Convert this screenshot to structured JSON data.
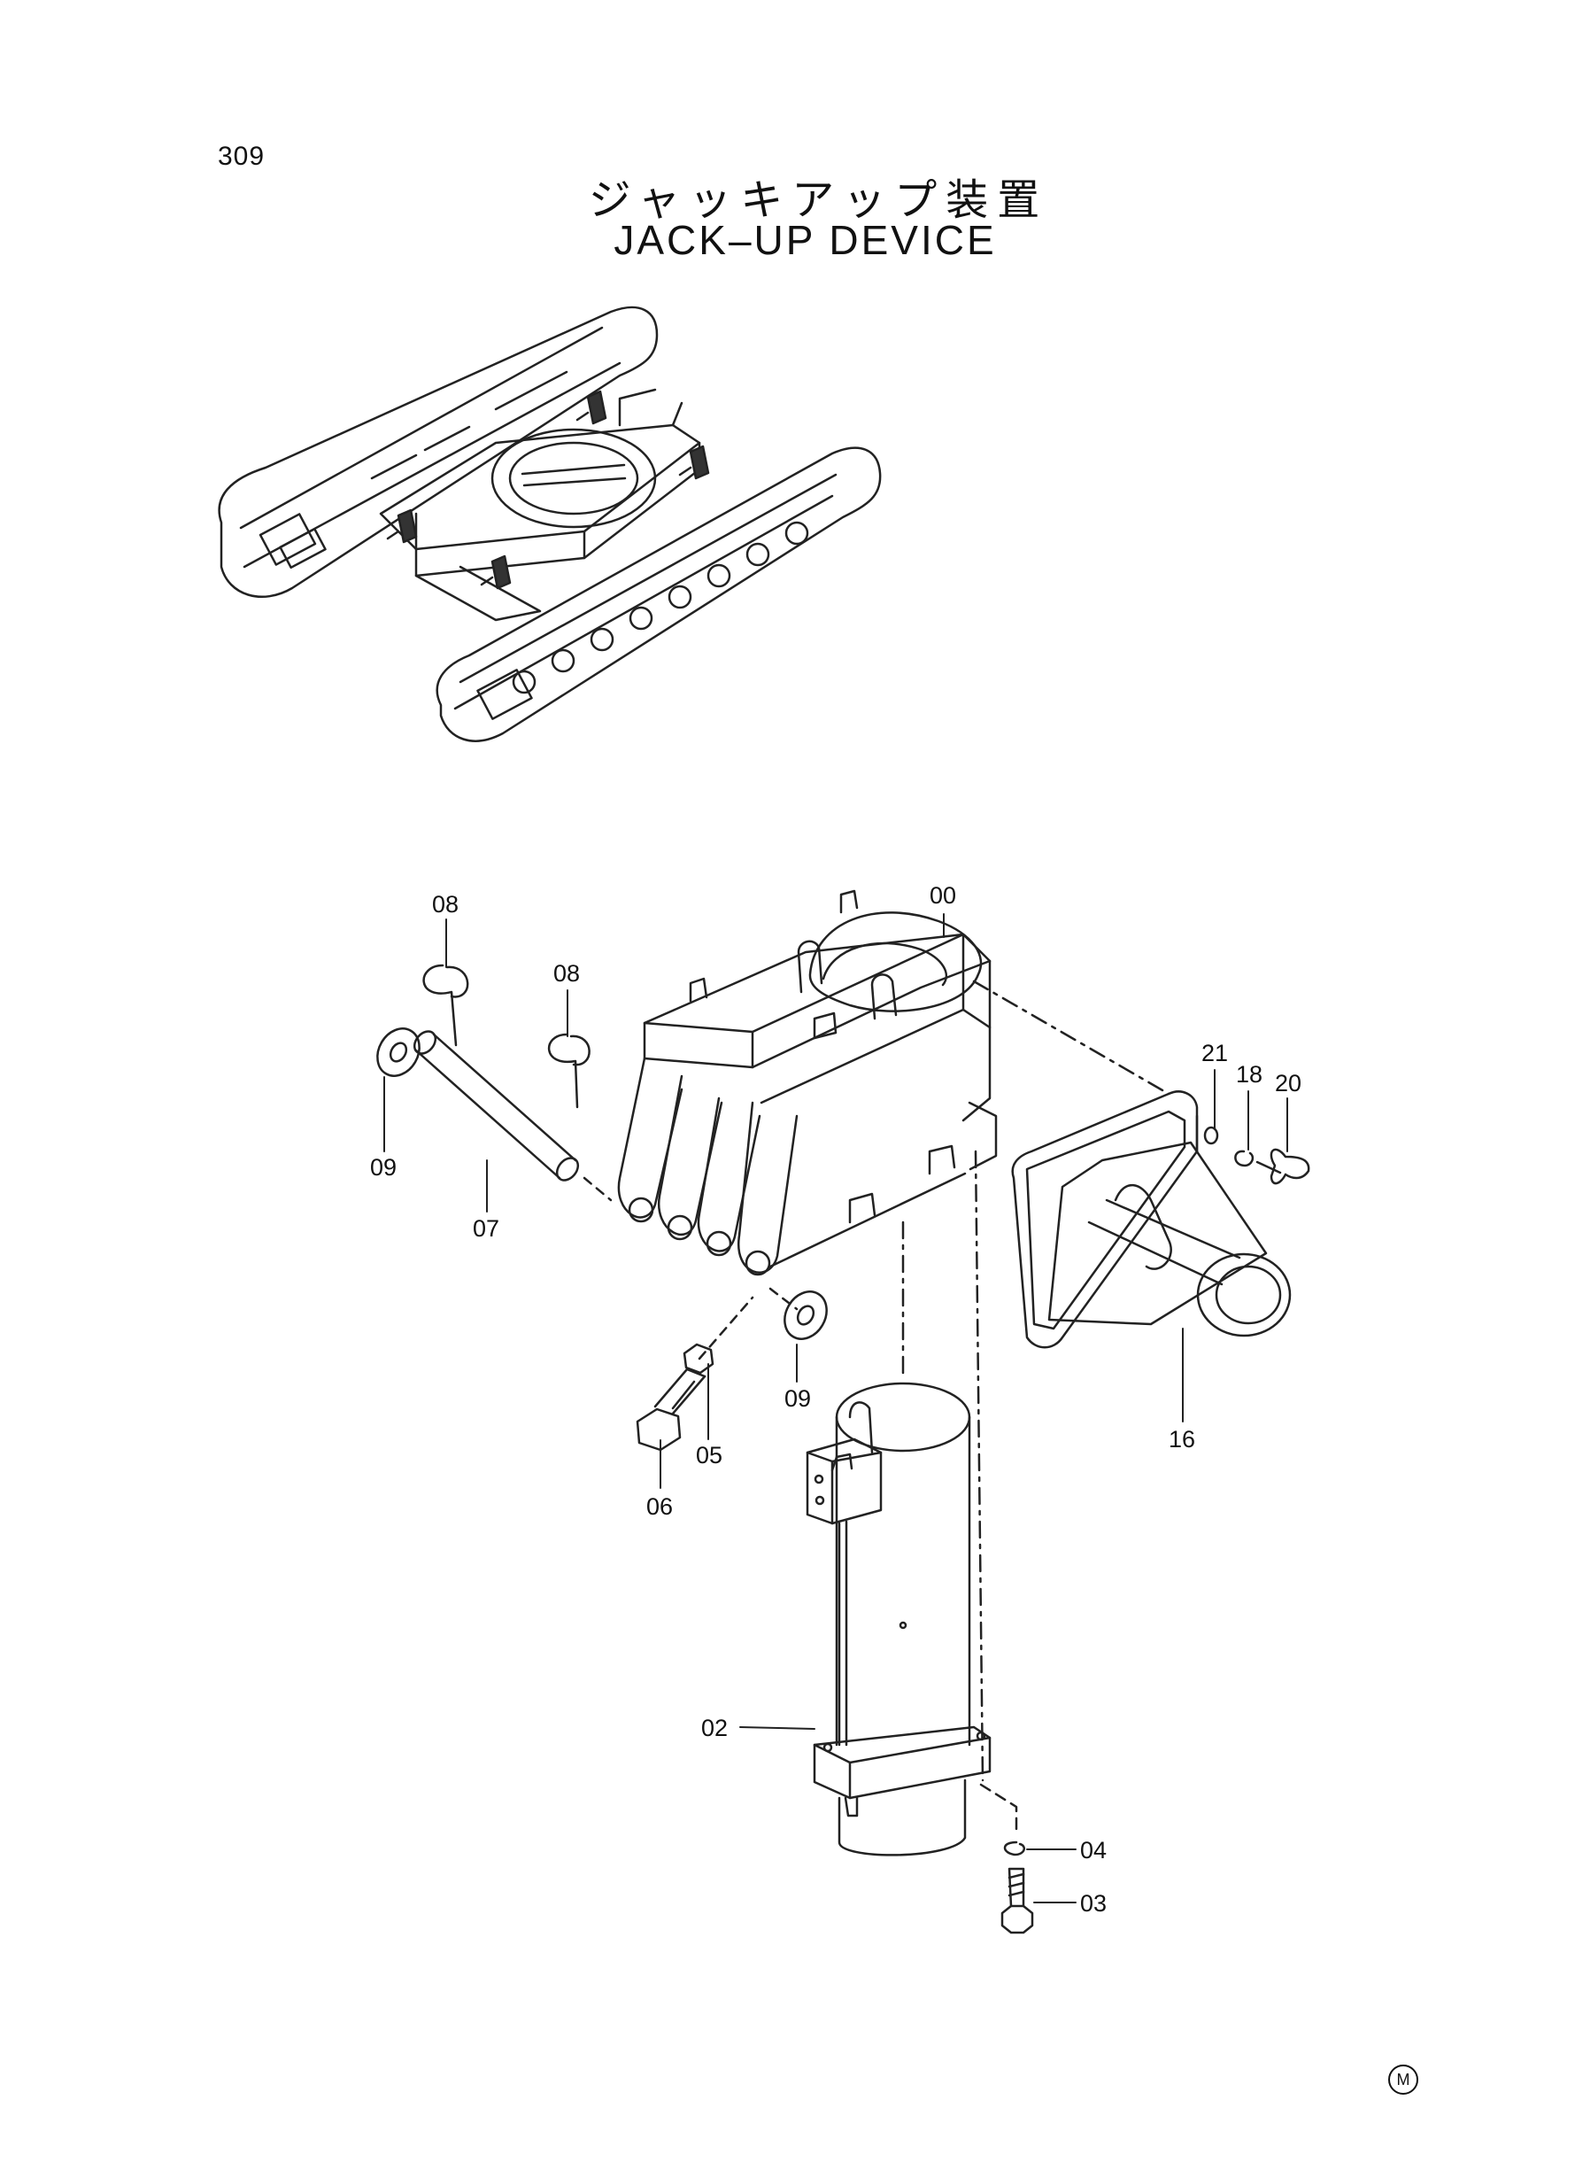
{
  "page_number": "309",
  "title_jp": "ジャッキアップ装置",
  "title_en": "JACK–UP DEVICE",
  "corner_mark": "M",
  "callouts": {
    "c00": "00",
    "c02": "02",
    "c03": "03",
    "c04": "04",
    "c05": "05",
    "c06": "06",
    "c07": "07",
    "c08a": "08",
    "c08b": "08",
    "c09a": "09",
    "c09b": "09",
    "c16": "16",
    "c18": "18",
    "c20": "20",
    "c21": "21"
  }
}
